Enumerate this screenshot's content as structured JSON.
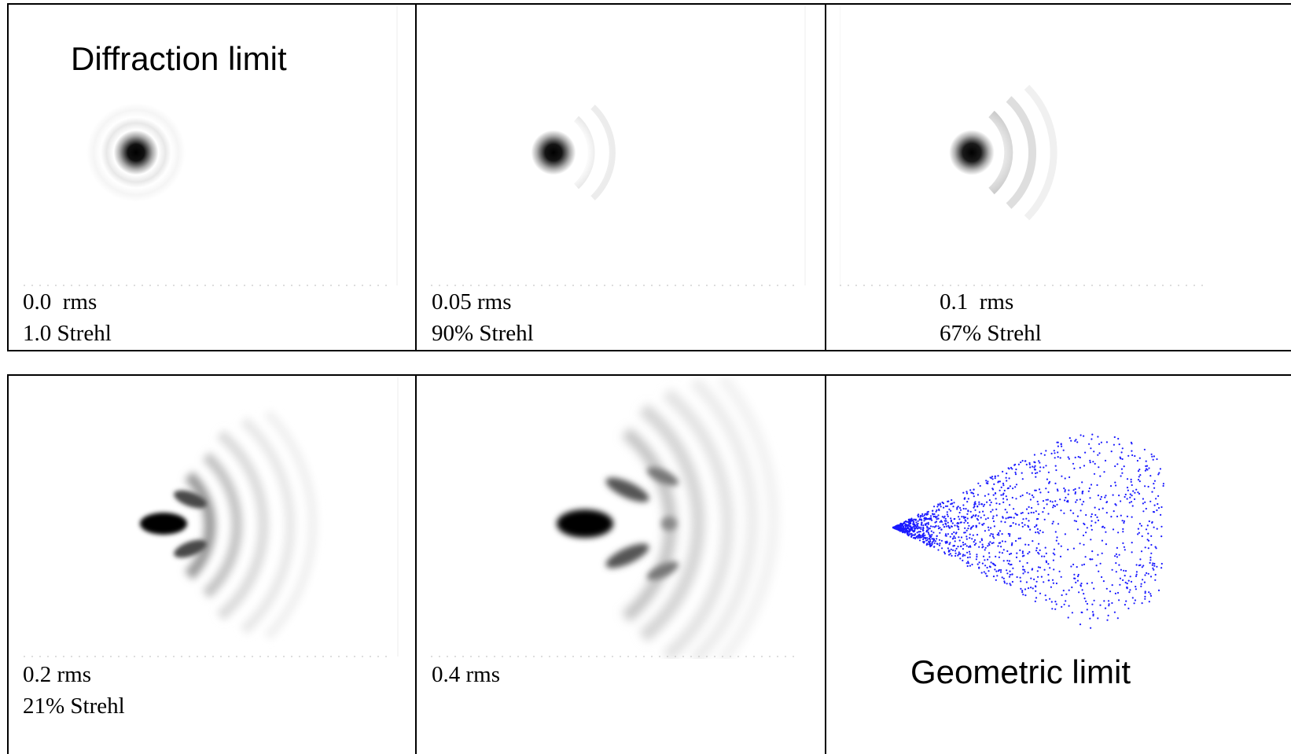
{
  "panels": [
    {
      "id": "p1",
      "title": "Diffraction limit",
      "rms_label": "0.0  rms",
      "strehl_label": "1.0 Strehl",
      "rms": 0.0,
      "strehl": 1.0
    },
    {
      "id": "p2",
      "rms_label": "0.05 rms",
      "strehl_label": "90% Strehl",
      "rms": 0.05,
      "strehl": 0.9
    },
    {
      "id": "p3",
      "rms_label": "0.1  rms",
      "strehl_label": "67% Strehl",
      "rms": 0.1,
      "strehl": 0.67
    },
    {
      "id": "p4",
      "rms_label": "0.2 rms",
      "strehl_label": "21% Strehl",
      "rms": 0.2,
      "strehl": 0.21
    },
    {
      "id": "p5",
      "rms_label": "0.4 rms",
      "rms": 0.4
    },
    {
      "id": "p6",
      "title": "Geometric limit"
    }
  ],
  "colors": {
    "spot_points": "#1a1aff",
    "psf_dark": "#000000",
    "border": "#000000"
  }
}
